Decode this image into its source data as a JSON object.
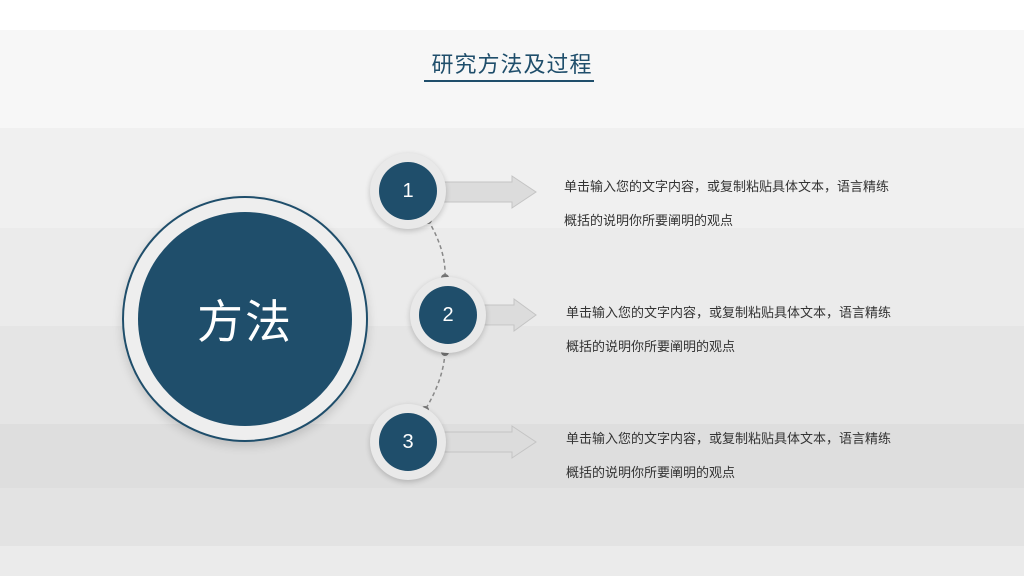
{
  "slide": {
    "title": "研究方法及过程",
    "center_label": "方法",
    "colors": {
      "primary": "#1f4e6b",
      "ring": "#e9e9e9",
      "arrow": "#d9d9d9",
      "text": "#333333"
    }
  },
  "steps": [
    {
      "number": "1",
      "line1": "单击输入您的文字内容，或复制粘贴具体文本，语言精练",
      "line2": "概括的说明你所要阐明的观点"
    },
    {
      "number": "2",
      "line1": "单击输入您的文字内容，或复制粘贴具体文本，语言精练",
      "line2": "概括的说明你所要阐明的观点"
    },
    {
      "number": "3",
      "line1": "单击输入您的文字内容，或复制粘贴具体文本，语言精练",
      "line2": "概括的说明你所要阐明的观点"
    }
  ]
}
